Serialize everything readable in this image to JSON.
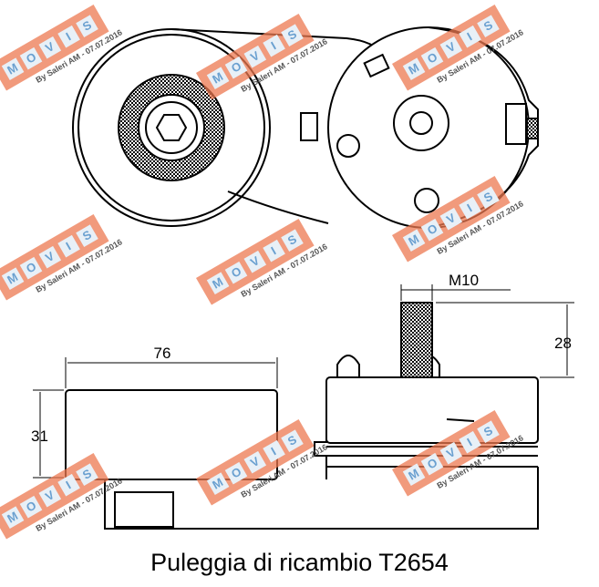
{
  "drawing": {
    "dimensions": {
      "width_76": "76",
      "height_31": "31",
      "thread": "M10",
      "thread_length": "28"
    },
    "caption": "Puleggia di ricambio T2654"
  },
  "watermark": {
    "letters": [
      "M",
      "O",
      "V",
      "I",
      "S"
    ],
    "signature": "By Saleri AM - 07.07.2016",
    "color": "#ec7850"
  }
}
